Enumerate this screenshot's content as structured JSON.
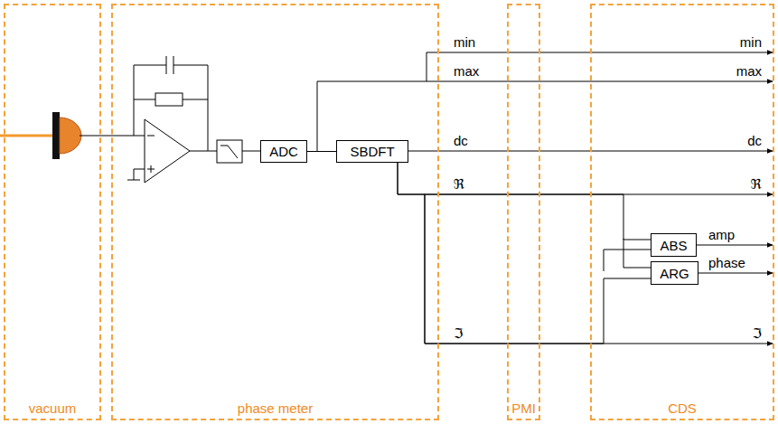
{
  "diagram": {
    "nodes": [
      {
        "text": [
          "vacuum"
        ]
      },
      {
        "text": [
          "phase meter"
        ]
      },
      {
        "text": [
          "ADC"
        ],
        "in": 1
      },
      {
        "text": [
          "SBDFT"
        ],
        "in": 1
      },
      {
        "text": [
          "PMI"
        ]
      },
      {
        "text": [
          "CDS"
        ]
      },
      {
        "text": [
          "ABS"
        ],
        "in": 5
      },
      {
        "text": [
          "ARG"
        ],
        "in": 5
      }
    ],
    "edges": [
      {
        "from": 2,
        "to": 3,
        "arrow": "none"
      },
      {
        "from": 3,
        "to": 6,
        "arrow": "none"
      },
      {
        "from": 3,
        "to": 7,
        "arrow": "none"
      }
    ],
    "labels": [
      "min",
      "max",
      "dc",
      "ℜ",
      "ℑ",
      "min",
      "max",
      "dc",
      "ℜ",
      "amp",
      "phase",
      "ℑ"
    ]
  }
}
